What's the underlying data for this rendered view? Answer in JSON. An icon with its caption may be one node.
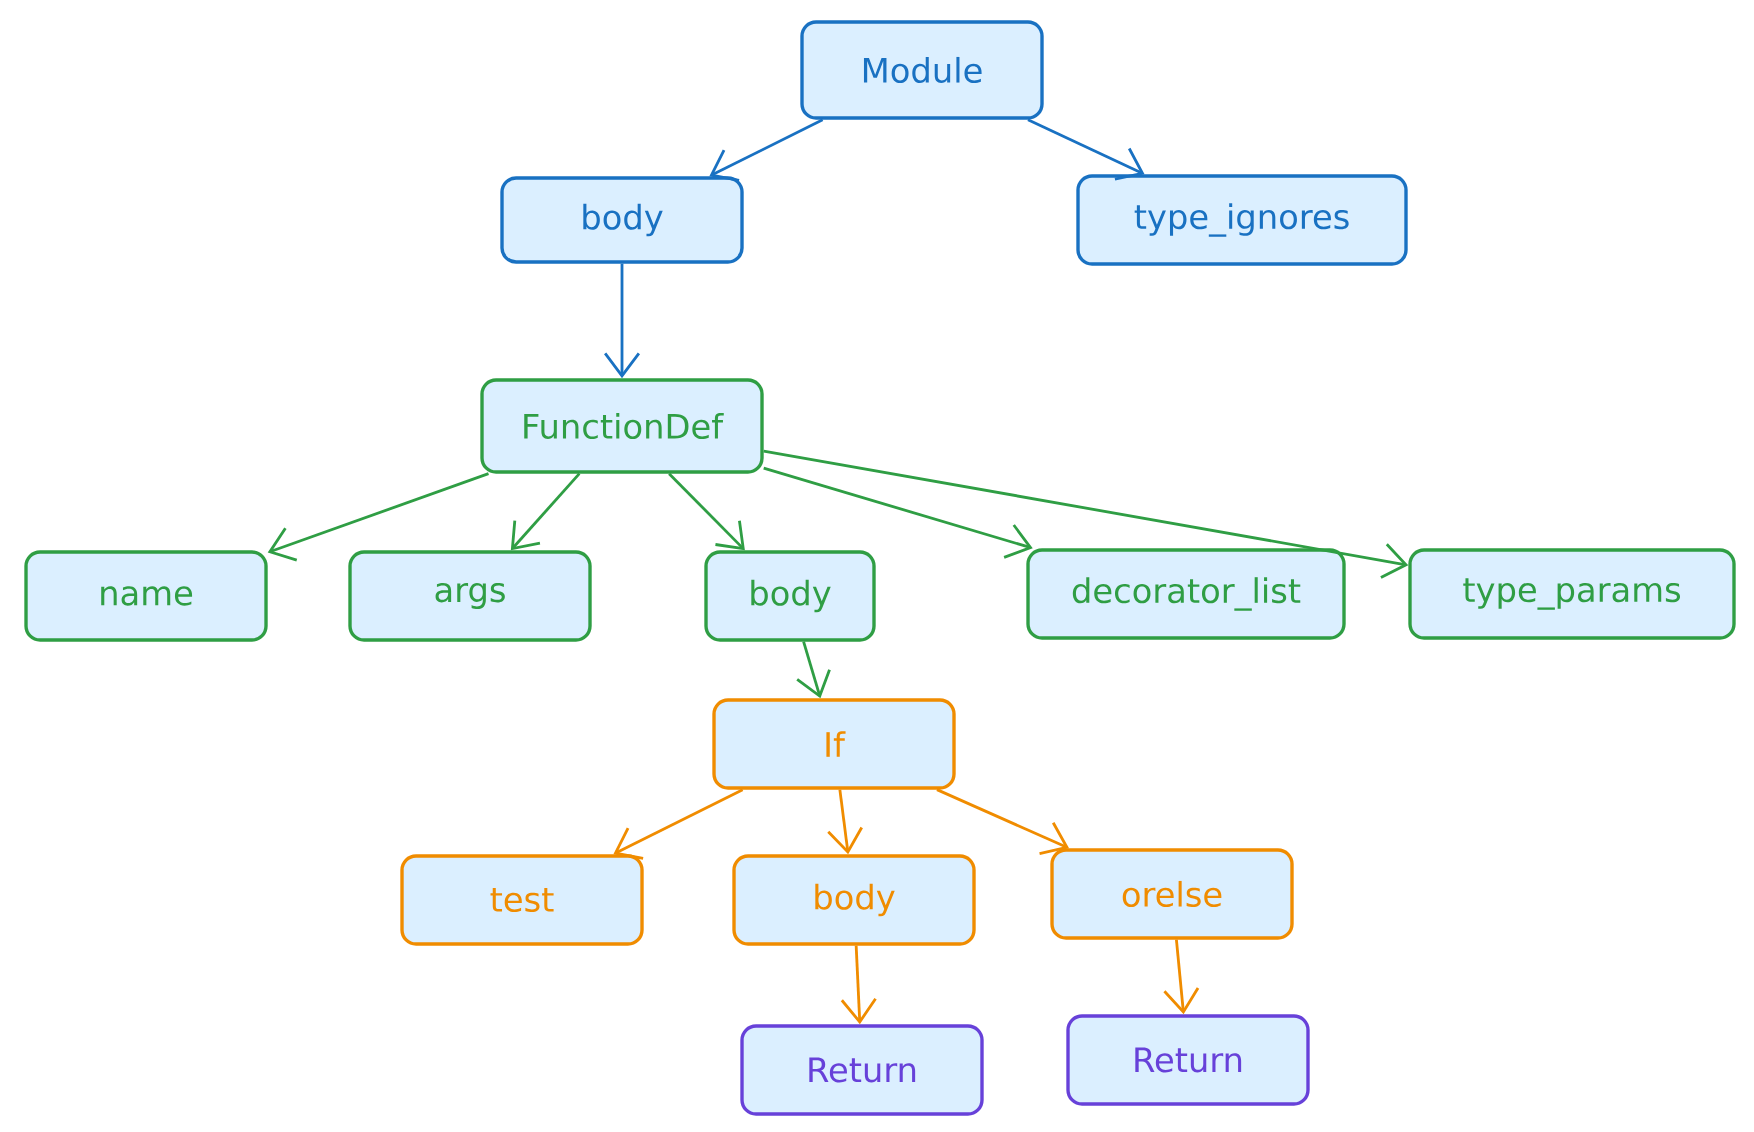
{
  "diagram": {
    "nodes": [
      {
        "text": [
          "Module"
        ]
      },
      {
        "text": [
          "body"
        ]
      },
      {
        "text": [
          "type_ignores"
        ]
      },
      {
        "text": [
          "FunctionDef"
        ]
      },
      {
        "text": [
          "name"
        ]
      },
      {
        "text": [
          "args"
        ]
      },
      {
        "text": [
          "body"
        ]
      },
      {
        "text": [
          "decorator_list"
        ]
      },
      {
        "text": [
          "type_params"
        ]
      },
      {
        "text": [
          "If"
        ]
      },
      {
        "text": [
          "test"
        ]
      },
      {
        "text": [
          "body"
        ]
      },
      {
        "text": [
          "orelse"
        ]
      },
      {
        "text": [
          "Return"
        ]
      },
      {
        "text": [
          "Return"
        ]
      }
    ],
    "edges": [
      {
        "from": 0,
        "to": 1,
        "arrow": "to",
        "color": "#1971c2"
      },
      {
        "from": 0,
        "to": 2,
        "arrow": "to",
        "color": "#1971c2"
      },
      {
        "from": 1,
        "to": 3,
        "arrow": "to",
        "color": "#1971c2"
      },
      {
        "from": 3,
        "to": 4,
        "arrow": "to"
      },
      {
        "from": 3,
        "to": 5,
        "arrow": "to"
      },
      {
        "from": 3,
        "to": 6,
        "arrow": "to"
      },
      {
        "from": 3,
        "to": 7,
        "arrow": "to"
      },
      {
        "from": 3,
        "to": 8,
        "arrow": "to"
      },
      {
        "from": 6,
        "to": 9,
        "arrow": "to"
      },
      {
        "from": 9,
        "to": 10,
        "arrow": "to",
        "color": "#f08c00"
      },
      {
        "from": 9,
        "to": 11,
        "arrow": "to",
        "color": "#f08c00"
      },
      {
        "from": 9,
        "to": 12,
        "arrow": "to",
        "color": "#f08c00"
      },
      {
        "from": 11,
        "to": 13,
        "arrow": "to",
        "color": "#f08c00"
      },
      {
        "from": 12,
        "to": 14,
        "arrow": "to",
        "color": "#f08c00"
      }
    ]
  }
}
